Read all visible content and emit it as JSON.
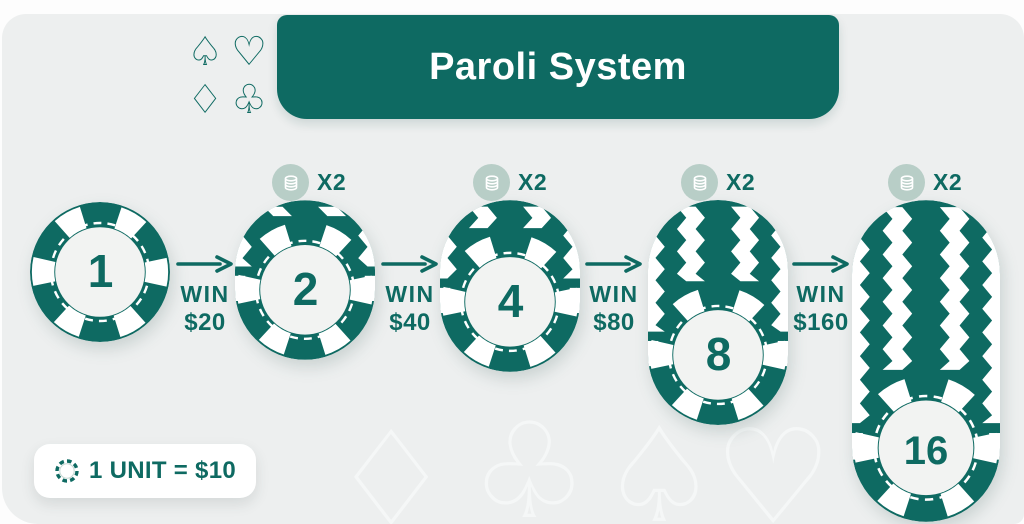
{
  "title": "Paroli System",
  "corner_suits": [
    {
      "name": "spade-outline-icon",
      "glyph": "♤"
    },
    {
      "name": "heart-outline-icon",
      "glyph": "♡"
    },
    {
      "name": "diamond-outline-icon",
      "glyph": "♢"
    },
    {
      "name": "club-outline-icon",
      "glyph": "♧"
    }
  ],
  "steps": [
    {
      "value": "1"
    },
    {
      "value": "2",
      "multiplier": "X2"
    },
    {
      "value": "4",
      "multiplier": "X2"
    },
    {
      "value": "8",
      "multiplier": "X2"
    },
    {
      "value": "16",
      "multiplier": "X2"
    }
  ],
  "transitions": [
    {
      "word": "WIN",
      "amount": "$20"
    },
    {
      "word": "WIN",
      "amount": "$40"
    },
    {
      "word": "WIN",
      "amount": "$80"
    },
    {
      "word": "WIN",
      "amount": "$160"
    }
  ],
  "legend": {
    "label": "1 UNIT = $10"
  },
  "watermark_suits": [
    {
      "name": "diamond-watermark",
      "glyph": "♢"
    },
    {
      "name": "club-watermark",
      "glyph": "♧"
    },
    {
      "name": "spade-watermark",
      "glyph": "♤"
    },
    {
      "name": "heart-watermark",
      "glyph": "♡"
    }
  ],
  "colors": {
    "accent": "#0e6a62",
    "badge_bg": "#b8cec7",
    "card_bg": "#edefef",
    "chip_face": "#f2f3f2"
  }
}
